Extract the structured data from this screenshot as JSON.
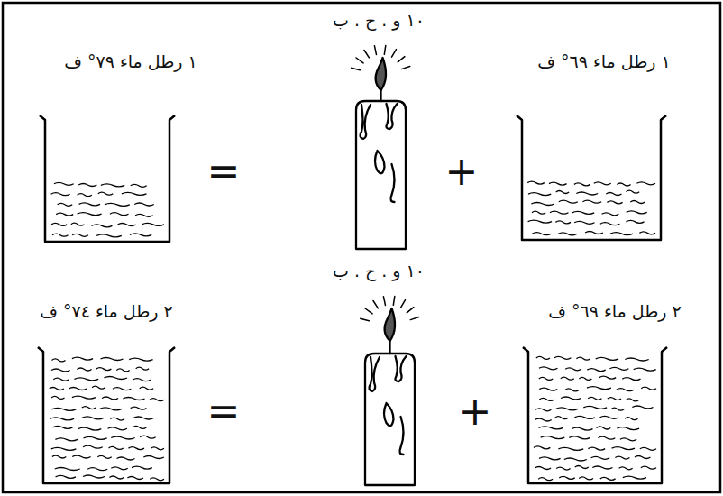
{
  "diagram": {
    "labels": [
      "١٠ و . ح . ب",
      "١ رطل ماء ٧٩° ف",
      "=",
      "+",
      "١ رطل ماء ٦٩° ف",
      "١٠ و . ح . ب",
      "٢ رطل ماء ٧٤° ف",
      "=",
      "+",
      "٢ رطل ماء ٦٩° ف"
    ]
  }
}
